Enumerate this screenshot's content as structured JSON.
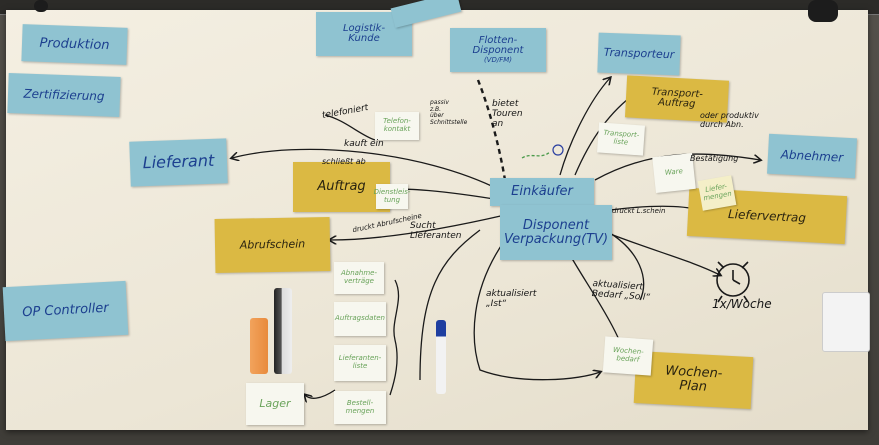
{
  "roles": {
    "produktion": "Produktion",
    "zertifizierung": "Zertifizierung",
    "logistikkunde": "Logistik-\nKunde",
    "flottendisponent": "Flotten-\nDisponent",
    "flottendisponent_sub": "(VD/FM)",
    "transporteur": "Transporteur",
    "lieferant": "Lieferant",
    "abnehmer": "Abnehmer",
    "op_controller": "OP Controller",
    "einkaeufer": "Einkäufer",
    "disponent": "Disponent\nVerpackung(TV)"
  },
  "artifacts": {
    "auftrag": "Auftrag",
    "abrufschein": "Abrufschein",
    "transportauftrag": "Transport-\nAuftrag",
    "liefervertrag": "Liefervertrag",
    "wochenplan": "Wochen-\nPlan"
  },
  "annotations": {
    "telefoniert": "telefoniert",
    "kauft_ein": "kauft ein",
    "schliesst_ab": "schließt ab",
    "bietet_touren_an": "bietet\nTouren\nan",
    "passiv": "passiv\nz.B.\nüber\nSchnittstelle",
    "druckt_abrufscheine": "druckt Abrufscheine",
    "sucht_lieferanten": "Sucht\nLieferanten",
    "aktualisiert_ist": "aktualisiert\n„Ist“",
    "aktualisiert_bedarf": "aktualisiert\nBedarf „Soll“",
    "frequency": "1x/Woche",
    "oder_produktiv": "oder produktiv\ndurch Abn.",
    "bestaetigung": "Bestätigung",
    "druckt": "druckt L.schein"
  },
  "stickies": {
    "s1": "Telefon-\nkontakt",
    "s2": "Dienstleis-\ntung",
    "s3": "Transport-\nliste",
    "s4": "Abnahme-\nverträge",
    "s5": "Auftragsdaten",
    "s6": "Lieferanten-\nliste",
    "s7": "Bestell-\nmengen",
    "s8": "Lager",
    "s9": "Wochen-\nbedarf",
    "s10": "Ware",
    "s11": "Liefer-\nmengen"
  }
}
